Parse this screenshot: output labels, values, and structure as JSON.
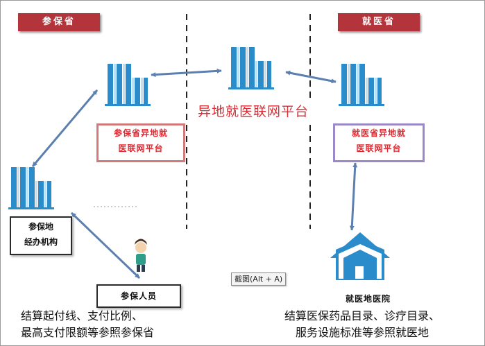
{
  "insured_province": {
    "label": "参保省"
  },
  "treatment_province": {
    "label": "就医省"
  },
  "center_platform": {
    "label": "异地就医联网平台"
  },
  "insured_platform": {
    "line1": "参保省异地就",
    "line2": "医联网平台"
  },
  "treatment_platform": {
    "line1": "就医省异地就",
    "line2": "医联网平台"
  },
  "agency": {
    "line1": "参保地",
    "line2": "经办机构"
  },
  "insured_person": {
    "label": "参保人员"
  },
  "hospital": {
    "label": "就医地医院"
  },
  "left_caption": {
    "line1": "结算起付线、支付比例、",
    "line2": "最高支付限额等参照参保省"
  },
  "right_caption": {
    "line1": "结算医保药品目录、诊疗目录、",
    "line2": "服务设施标准等参照就医地"
  },
  "tooltip": {
    "text": "截图(Alt + A)"
  },
  "colors": {
    "header_red": "#b3343a",
    "building_blue": "#2b8ccc",
    "arrow_blue": "#5b7fae",
    "platform_red": "#dd2a33",
    "platform_border_red": "#d2797a",
    "platform_border_purple": "#9a88c8"
  }
}
